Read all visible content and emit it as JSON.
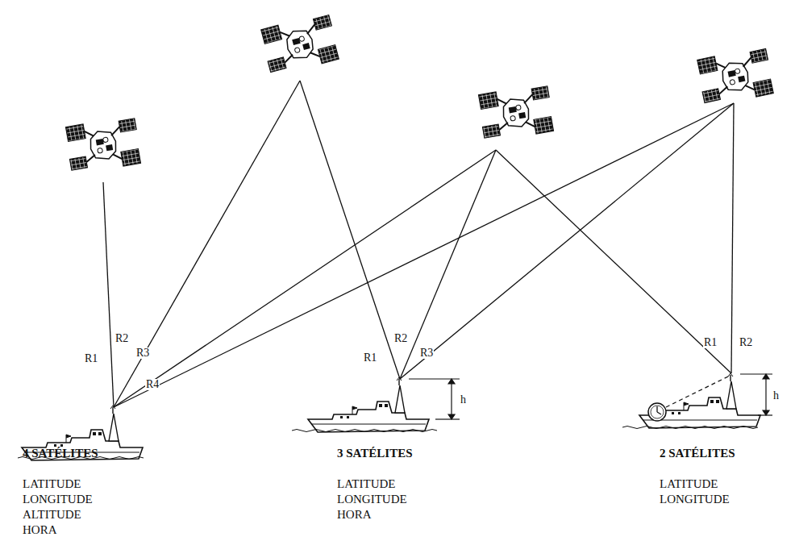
{
  "diagram": {
    "labels": [
      "R1",
      "R2",
      "R3",
      "R4",
      "R1",
      "R2",
      "R3",
      "h",
      "R1",
      "R2",
      "h",
      "4 SATÉLITES",
      "LATITUDE",
      "LONGITUDE",
      "ALTITUDE",
      "HORA",
      "3 SATÉLITES",
      "LATITUDE",
      "LONGITUDE",
      "HORA",
      "2 SATÉLITES",
      "LATITUDE",
      "LONGITUDE"
    ]
  }
}
